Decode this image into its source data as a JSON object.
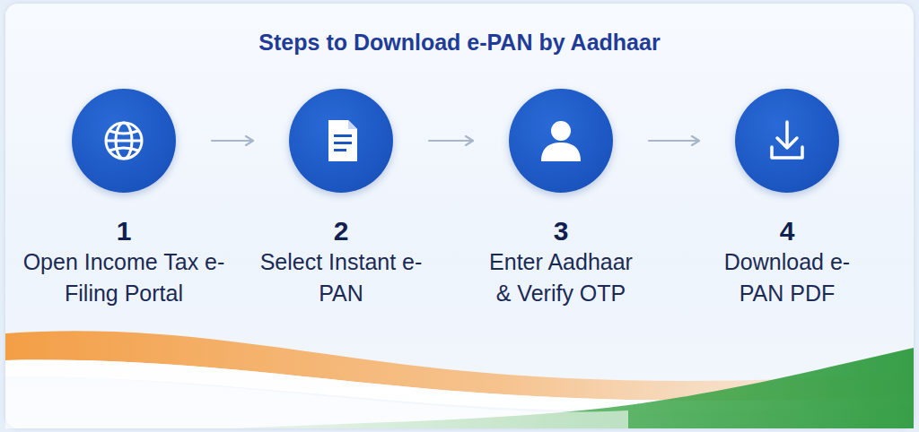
{
  "diagram": {
    "title": "Steps to Download e-PAN by Aadhaar",
    "nodes": [
      {
        "text": [
          "1",
          "Open Income Tax e-Filing Portal"
        ]
      },
      {
        "text": [
          "2",
          "Select Instant e-PAN"
        ]
      },
      {
        "text": [
          "3",
          "Enter Aadhaar & Verify OTP"
        ]
      },
      {
        "text": [
          "4",
          "Download e-PAN PDF"
        ]
      }
    ],
    "edges": [
      {
        "from": 0,
        "to": 1,
        "arrow": "to"
      },
      {
        "from": 1,
        "to": 2,
        "arrow": "to"
      },
      {
        "from": 2,
        "to": 3,
        "arrow": "to"
      }
    ]
  }
}
